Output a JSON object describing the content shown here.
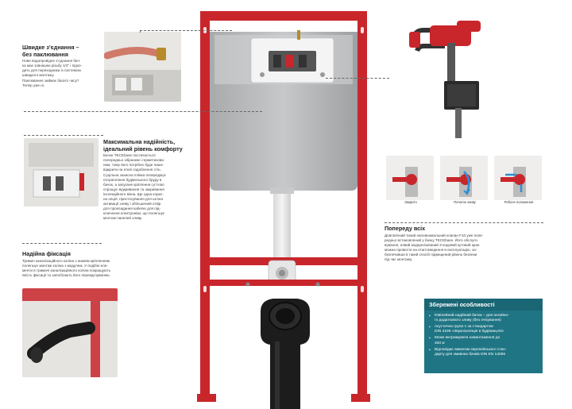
{
  "sections": {
    "quick_connection": {
      "heading_lines": [
        "Швидке з’єднання –",
        "без паклювання"
      ],
      "text": "Нове водопровідне з’єднання бач-\nка має зовнішню різьбу 1/2\" і підхо-\nдить для переходника із системою\nшвидкого монтажу.\nПаклювання займає багато часу?\nТепер уже ні."
    },
    "reliability": {
      "heading_lines": [
        "Максимальна надійність,",
        "ідеальний рівень комфорту"
      ],
      "text": "Бачок TECEbase постачається\nпопередньо зібраним і герметизова-\nним, тому його потрібно буде лише\nвідкрити на етапі оздоблення стін.\nСуцільна захисна плівка попереджує\nпотрапляння будівельного бруду в\nбачок, а запускне кріплення суттєво\nспрощує відкривання та закривання\nінспекційного вікна. Ще одна корис-\nна опція: пристосування для штока\nактивації зливу і збільшений отвір\nдля прокладання кабелю для під-\nключення електроніки, що полегшує\nмонтаж панелей зливу."
    },
    "fixation": {
      "heading": "Надійна фіксація",
      "text": "Тримач каналізаційного коліна з нижнім кріпленням\nполегшує монтаж коліна з модулем. У-подібні еле-\nменти в тримачі каналізаційного коліна покращують\nякість фіксації та запобігають його перекручуванню."
    },
    "foresight": {
      "heading": "Попереду всіх",
      "text": "Довговічний тихий наповнювальний клапан F10 уже попе-\nредньо встановлений у бачку TECEbase. Його обслуго-\nвування, новий модернізований 3-ходовий кутовий кран\nможна провести на етапі введення в експлуатацію, за-\nбезпечивши в такий спосіб підвищений рівень безпеки\nпід час монтажу."
    }
  },
  "valve_states": [
    {
      "label": "Закрито"
    },
    {
      "label": "Початок зливу"
    },
    {
      "label": "Робоче положення"
    }
  ],
  "features_box": {
    "title": "Збережені особливості",
    "items": [
      "Ювілейний надійний бачок – для негайно-\nго додаткового зливу (без очікування)",
      "Акустична група 1 за стандартом\nDIN 4109 «Звукоізоляція в будівництві»",
      "Може витримувати навантаження до\n400 кг",
      "Відповідає вимогам європейського стан-\nдарту для змивних бачків DIN EN 14055"
    ]
  },
  "colors": {
    "frame_red": "#c8262b",
    "teal_box": "#1f7584",
    "tank_grey": "#b4b6b8",
    "pipe_black": "#1c1c1c"
  }
}
